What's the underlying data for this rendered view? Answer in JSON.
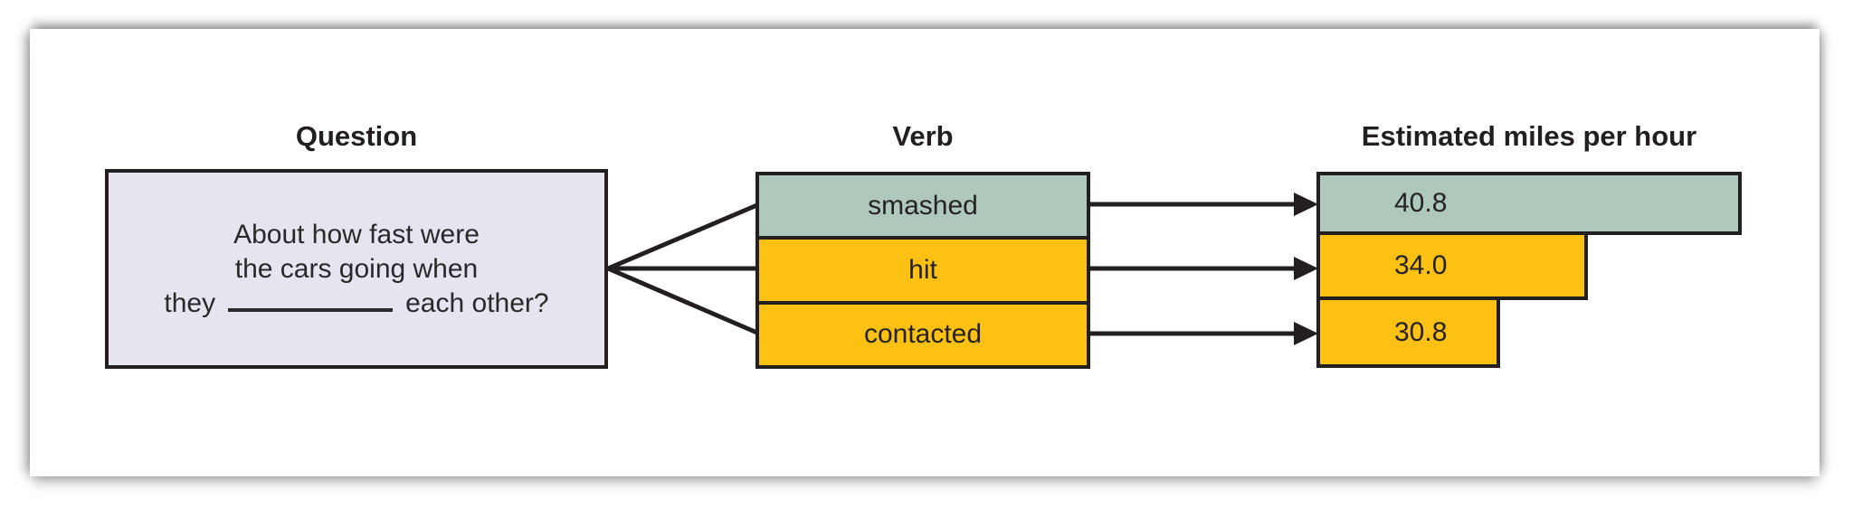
{
  "figure": {
    "question": {
      "heading": "Question",
      "line1": "About how fast were",
      "line2": "the cars going when",
      "line3_prefix": "they",
      "line3_suffix": "each other?"
    },
    "verb": {
      "heading": "Verb",
      "items": [
        {
          "label": "smashed",
          "color": "#aec8bc"
        },
        {
          "label": "hit",
          "color": "#fcc113"
        },
        {
          "label": "contacted",
          "color": "#fcc113"
        }
      ]
    },
    "result": {
      "heading": "Estimated miles per hour",
      "values": [
        "40.8",
        "34.0",
        "30.8"
      ]
    },
    "colors": {
      "sage_green": "#aec8bc",
      "amber_yellow": "#fcc113",
      "lavender": "#e6e4ee",
      "outline": "#231f20"
    }
  },
  "chart_data": {
    "type": "bar",
    "orientation": "horizontal",
    "title": "Estimated miles per hour",
    "categories": [
      "smashed",
      "hit",
      "contacted"
    ],
    "values": [
      40.8,
      34.0,
      30.8
    ],
    "bar_colors": [
      "#aec8bc",
      "#fcc113",
      "#fcc113"
    ],
    "annotation": "About how fast were the cars going when they ________ each other?",
    "legend": "none",
    "grid": false
  }
}
